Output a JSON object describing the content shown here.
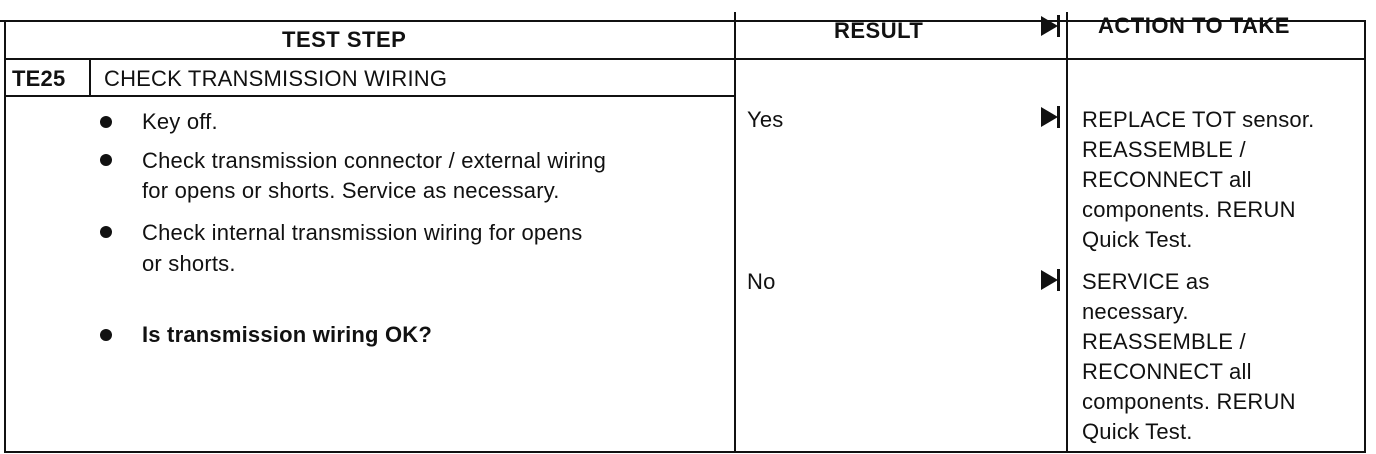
{
  "table": {
    "header": {
      "test_step": "TEST STEP",
      "result": "RESULT",
      "action": "ACTION TO TAKE"
    },
    "step": {
      "code": "TE25",
      "title": "CHECK TRANSMISSION WIRING",
      "bullets": [
        {
          "lines": [
            "Key off."
          ]
        },
        {
          "lines": [
            "Check transmission connector / external wiring",
            "for opens or shorts. Service as necessary."
          ]
        },
        {
          "lines": [
            "Check internal transmission wiring for opens",
            "or shorts."
          ]
        },
        {
          "lines": [
            "Is transmission wiring OK?"
          ]
        }
      ]
    },
    "results": [
      {
        "result": "Yes",
        "action_lines": [
          "REPLACE TOT sensor.",
          "REASSEMBLE /",
          "RECONNECT all",
          "components. RERUN",
          "Quick Test."
        ]
      },
      {
        "result": "No",
        "action_lines": [
          "SERVICE as",
          "necessary.",
          "REASSEMBLE /",
          "RECONNECT all",
          "components. RERUN",
          "Quick Test."
        ]
      }
    ]
  }
}
